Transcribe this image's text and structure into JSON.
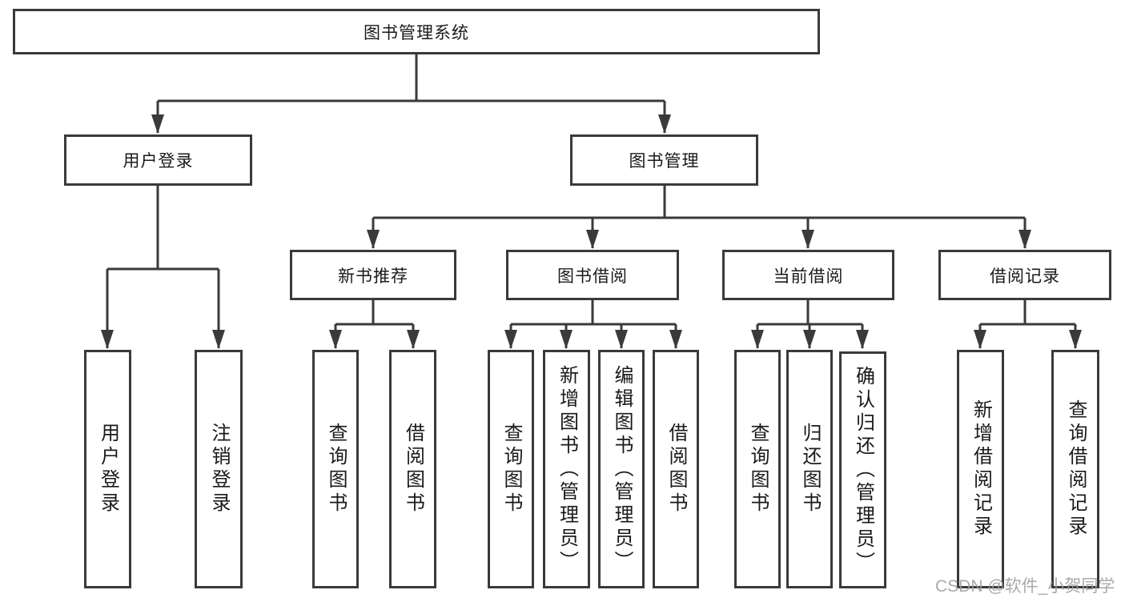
{
  "tree": {
    "root": {
      "label": "图书管理系统"
    },
    "branches": [
      {
        "label": "用户登录",
        "children": [
          {
            "label": "用户登录"
          },
          {
            "label": "注销登录"
          }
        ]
      },
      {
        "label": "图书管理",
        "children": [
          {
            "label": "新书推荐",
            "children": [
              {
                "label": "查询图书"
              },
              {
                "label": "借阅图书"
              }
            ]
          },
          {
            "label": "图书借阅",
            "children": [
              {
                "label": "查询图书"
              },
              {
                "label": "新增图书（管理员）"
              },
              {
                "label": "编辑图书（管理员）"
              },
              {
                "label": "借阅图书"
              }
            ]
          },
          {
            "label": "当前借阅",
            "children": [
              {
                "label": "查询图书"
              },
              {
                "label": "归还图书"
              },
              {
                "label": "确认归还（管理员）"
              }
            ]
          },
          {
            "label": "借阅记录",
            "children": [
              {
                "label": "新增借阅记录"
              },
              {
                "label": "查询借阅记录"
              }
            ]
          }
        ]
      }
    ]
  },
  "watermark": "CSDN @软件_小贺同学",
  "colors": {
    "border": "#3a3a3a",
    "line": "#3a3a3a",
    "text": "#1a1a1a",
    "background": "#ffffff",
    "watermark": "#9e9e9e"
  }
}
